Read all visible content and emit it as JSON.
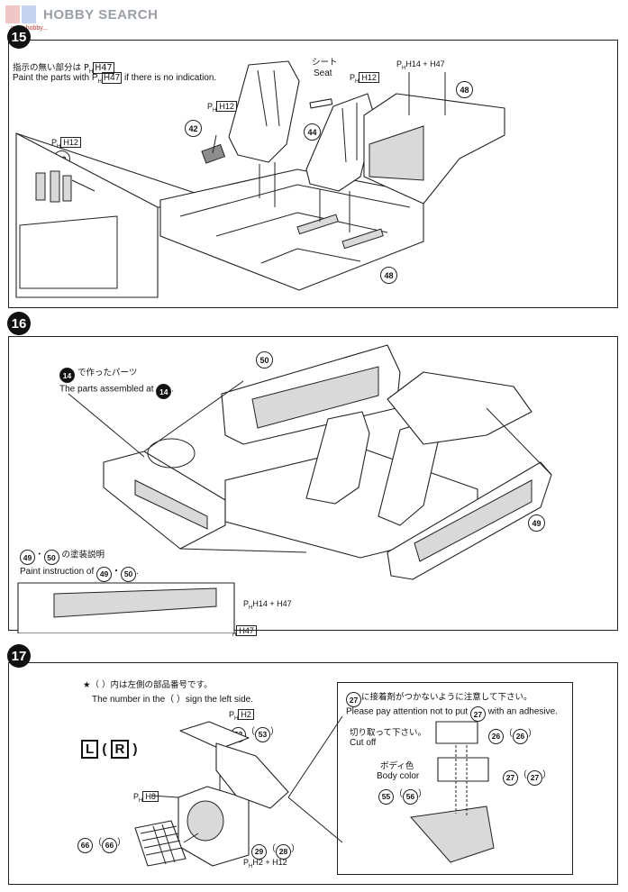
{
  "watermark": {
    "brand": "HOBBY SEARCH",
    "url": "www.hobby..."
  },
  "step15": {
    "number": "15",
    "note_jp": "指示の無い部分は",
    "note_jp_code": "H47",
    "note_en": "Paint the parts with",
    "note_en_code": "H47",
    "note_en_tail": "if there is no indication.",
    "seat_jp": "シート",
    "seat_en": "Seat",
    "ph12_a": "H12",
    "ph12_b": "H12",
    "ph12_c": "H12",
    "ph14_47": "H14 + H47",
    "parts": {
      "p39": "39",
      "p42": "42",
      "p44": "44",
      "p48a": "48",
      "p48b": "48"
    }
  },
  "step16": {
    "number": "16",
    "ref_jp": "で作ったパーツ",
    "ref_part": "14",
    "ref_en": "The parts assembled at",
    "paint_jp": "の塗装説明",
    "paint_en": "Paint instruction of",
    "parts": {
      "p49": "49",
      "p50": "50",
      "p49b": "49",
      "p50b": "50",
      "p49c": "49",
      "p50c": "50"
    },
    "ph14_47": "H14 + H47",
    "ph47": "H47"
  },
  "step17": {
    "number": "17",
    "note_jp": "★（ ）内は左側の部品番号です。",
    "note_en": "The number in the（ ）sign the left side.",
    "L": "L",
    "R": "R",
    "ph2": "H2",
    "ph8": "H8",
    "ph2_12": "H2 + H12",
    "parts": {
      "p52": "52",
      "p53": "53",
      "p66a": "66",
      "p66b": "66",
      "p29": "29",
      "p28": "28",
      "p27a": "27",
      "p27b": "27",
      "p26a": "26",
      "p26b": "26",
      "p27c": "27",
      "p27d": "27",
      "p55": "55",
      "p56": "56"
    },
    "adhesive_jp": "に接着剤がつかないように注意して下さい。",
    "adhesive_en_a": "Please pay attention not to put",
    "adhesive_en_b": "with an adhesive.",
    "cut_jp": "切り取って下さい。",
    "cut_en": "Cut off",
    "body_jp": "ボディ色",
    "body_en": "Body color"
  }
}
